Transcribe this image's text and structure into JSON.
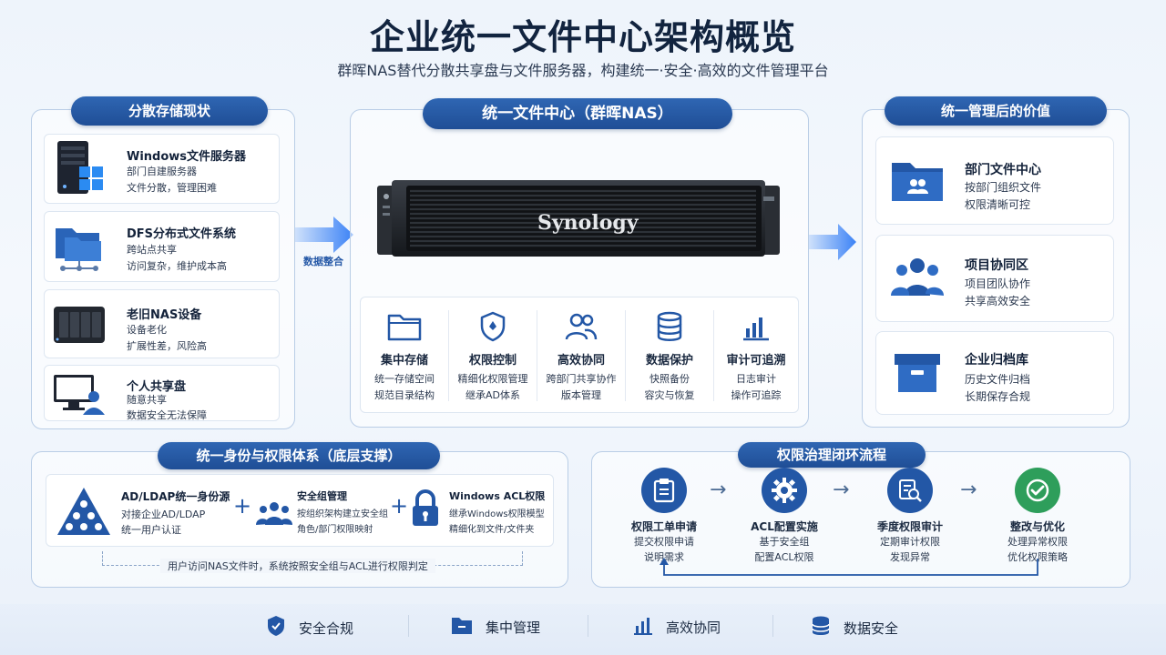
{
  "header": {
    "title": "企业统一文件中心架构概览",
    "subtitle": "群晖NAS替代分散共享盘与文件服务器，构建统一·安全·高效的文件管理平台"
  },
  "left": {
    "heading": "分散存储现状",
    "items": [
      {
        "title": "Windows文件服务器",
        "line1": "部门自建服务器",
        "line2": "文件分散，管理困难",
        "icon": "server-tower-icon"
      },
      {
        "title": "DFS分布式文件系统",
        "line1": "跨站点共享",
        "line2": "访问复杂，维护成本高",
        "icon": "network-folder-icon"
      },
      {
        "title": "老旧NAS设备",
        "line1": "设备老化",
        "line2": "扩展性差，风险高",
        "icon": "nas-box-icon"
      },
      {
        "title": "个人共享盘",
        "line1": "随意共享",
        "line2": "数据安全无法保障",
        "icon": "monitor-user-icon"
      }
    ],
    "arrow_label": "数据整合"
  },
  "center": {
    "heading": "统一文件中心（群晖NAS）",
    "brand": "Synology",
    "features": [
      {
        "title": "集中存储",
        "line1": "统一存储空间",
        "line2": "规范目录结构",
        "icon": "folder-icon"
      },
      {
        "title": "权限控制",
        "line1": "精细化权限管理",
        "line2": "继承AD体系",
        "icon": "shield-icon"
      },
      {
        "title": "高效协同",
        "line1": "跨部门共享协作",
        "line2": "版本管理",
        "icon": "users-icon"
      },
      {
        "title": "数据保护",
        "line1": "快照备份",
        "line2": "容灾与恢复",
        "icon": "database-icon"
      },
      {
        "title": "审计可追溯",
        "line1": "日志审计",
        "line2": "操作可追踪",
        "icon": "bar-chart-icon"
      }
    ]
  },
  "right": {
    "heading": "统一管理后的价值",
    "items": [
      {
        "title": "部门文件中心",
        "line1": "按部门组织文件",
        "line2": "权限清晰可控",
        "icon": "department-folder-icon"
      },
      {
        "title": "项目协同区",
        "line1": "项目团队协作",
        "line2": "共享高效安全",
        "icon": "team-icon"
      },
      {
        "title": "企业归档库",
        "line1": "历史文件归档",
        "line2": "长期保存合规",
        "icon": "archive-box-icon"
      }
    ]
  },
  "identity": {
    "heading": "统一身份与权限体系（底层支撑）",
    "items": [
      {
        "title": "AD/LDAP统一身份源",
        "line1": "对接企业AD/LDAP",
        "line2": "统一用户认证",
        "icon": "directory-tree-icon"
      },
      {
        "title": "安全组管理",
        "line1": "按组织架构建立安全组",
        "line2": "角色/部门权限映射",
        "icon": "group-icon"
      },
      {
        "title": "Windows ACL权限",
        "line1": "继承Windows权限模型",
        "line2": "精细化到文件/文件夹",
        "icon": "lock-icon"
      }
    ],
    "plus": "+",
    "footnote": "用户访问NAS文件时，系统按照安全组与ACL进行权限判定"
  },
  "governance": {
    "heading": "权限治理闭环流程",
    "steps": [
      {
        "title": "权限工单申请",
        "line1": "提交权限申请",
        "line2": "说明需求",
        "icon": "clipboard-icon",
        "color": "#2357a6"
      },
      {
        "title": "ACL配置实施",
        "line1": "基于安全组",
        "line2": "配置ACL权限",
        "icon": "gear-icon",
        "color": "#2357a6"
      },
      {
        "title": "季度权限审计",
        "line1": "定期审计权限",
        "line2": "发现异常",
        "icon": "audit-search-icon",
        "color": "#2357a6"
      },
      {
        "title": "整改与优化",
        "line1": "处理异常权限",
        "line2": "优化权限策略",
        "icon": "check-circle-icon",
        "color": "#2e9e5b"
      }
    ],
    "arrow": "→"
  },
  "bottom_bar": [
    {
      "label": "安全合规",
      "icon": "shield-check-icon"
    },
    {
      "label": "集中管理",
      "icon": "folder-minus-icon"
    },
    {
      "label": "高效协同",
      "icon": "bar-chart-icon"
    },
    {
      "label": "数据安全",
      "icon": "database-icon"
    }
  ],
  "colors": {
    "primary": "#2357a6",
    "accent": "#3b82f6",
    "success": "#2e9e5b"
  }
}
